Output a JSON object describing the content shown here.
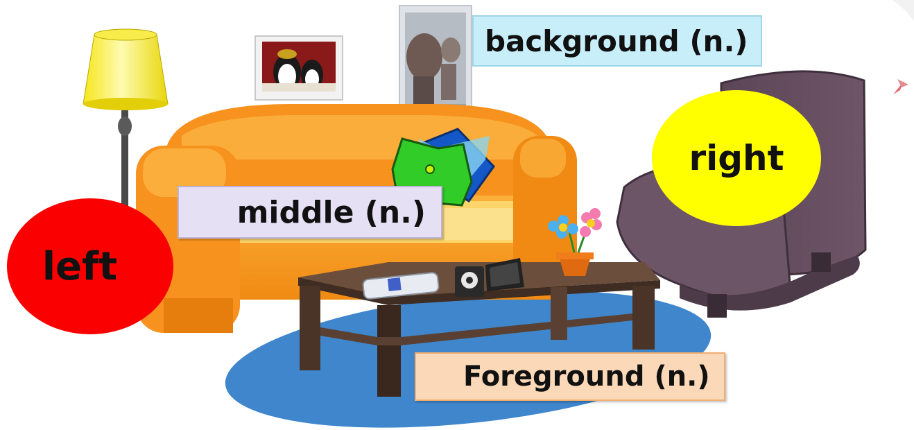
{
  "labels": {
    "background": "background  (n.)",
    "middle": "middle (n.)",
    "foreground": "Foreground  (n.)",
    "left": "left",
    "right": "right"
  },
  "colors": {
    "left_circle": "#fb0000",
    "right_circle": "#ffff00",
    "background_box": "#c8eefa",
    "middle_box": "#e6e0f4",
    "foreground_box": "#fbd9b8",
    "sofa": "#f7941d",
    "armchair": "#5e4858",
    "rug": "#3f86cc",
    "coffee_table": "#5a3f30",
    "lamp_shade": "#fff04a"
  },
  "scene_objects": [
    "floor-lamp-icon",
    "penguin-picture-icon",
    "poster-icon",
    "sofa-icon",
    "cushion-icon",
    "armchair-icon",
    "rug-icon",
    "coffee-table-icon",
    "remote-control-icon",
    "music-player-icon",
    "tablet-icon",
    "flower-pot-icon"
  ]
}
